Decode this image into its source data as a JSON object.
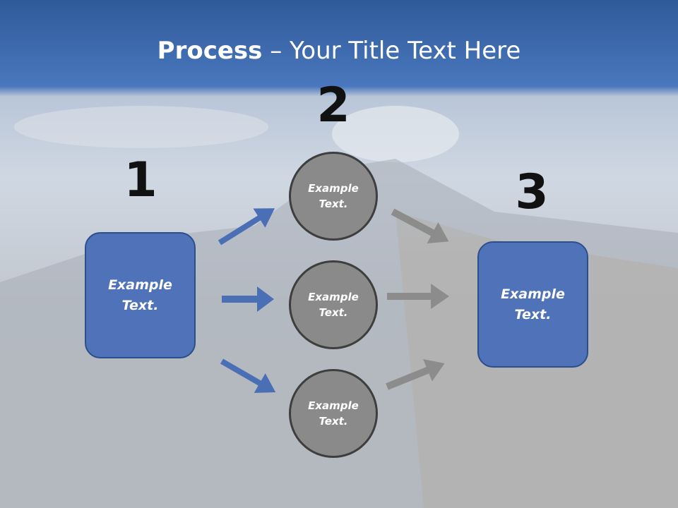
{
  "title": {
    "bold": "Process",
    "separator": " – ",
    "rest": "Your Title Text Here"
  },
  "steps": {
    "n1": "1",
    "n2": "2",
    "n3": "3"
  },
  "nodes": {
    "left": {
      "line1": "Example",
      "line2": "Text."
    },
    "right": {
      "line1": "Example",
      "line2": "Text."
    },
    "top": {
      "line1": "Example",
      "line2": "Text."
    },
    "middle": {
      "line1": "Example",
      "line2": "Text."
    },
    "bottom": {
      "line1": "Example",
      "line2": "Text."
    }
  },
  "colors": {
    "blue": "#4f72b8",
    "grey": "#8a8a8a",
    "arrow_blue": "#4a6fb5",
    "arrow_grey": "#8c8c8c"
  }
}
